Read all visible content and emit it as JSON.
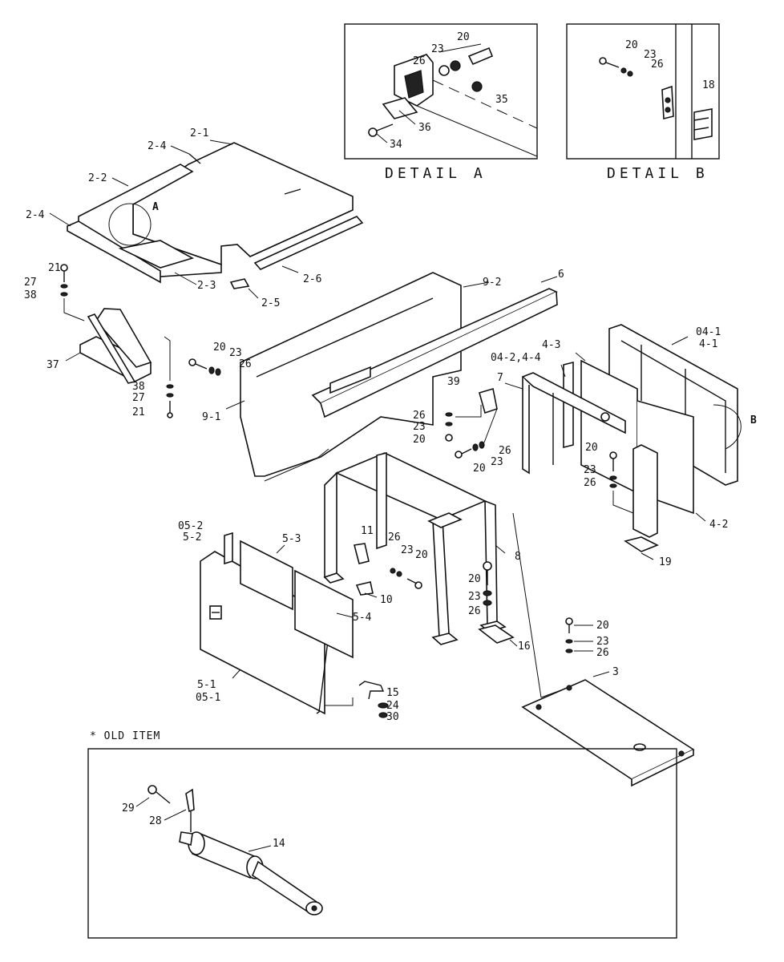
{
  "detail_a": {
    "caption": "DETAIL A",
    "labels": {
      "d20": "20",
      "d23": "23",
      "d26": "26",
      "d35": "35",
      "d36": "36",
      "d34": "34"
    }
  },
  "detail_b": {
    "caption": "DETAIL B",
    "labels": {
      "d20": "20",
      "d23": "23",
      "d26": "26",
      "d18": "18"
    }
  },
  "old_item": {
    "note": "* OLD ITEM",
    "labels": {
      "c29": "29",
      "c28": "28",
      "c14": "14"
    }
  },
  "markers": {
    "a": "A",
    "b": "B"
  },
  "labels": {
    "p2_1": "2-1",
    "p2_4a": "2-4",
    "p2_2": "2-2",
    "p2_4b": "2-4",
    "p2_3": "2-3",
    "p2_5": "2-5",
    "p2_6": "2-6",
    "p21a": "21",
    "p27a": "27",
    "p38a": "38",
    "p37": "37",
    "p38b": "38",
    "p27b": "27",
    "p21b": "21",
    "p9_2": "9-2",
    "p6": "6",
    "p9_1": "9-1",
    "p20a": "20",
    "p23a": "23",
    "p26a": "26",
    "p04_1": "04-1",
    "p4_1": "4-1",
    "p4_3": "4-3",
    "p04_2": "04-2,4-4",
    "p7": "7",
    "p39": "39",
    "p26b": "26",
    "p23b": "23",
    "p20b": "20",
    "p26c": "26",
    "p23c": "23",
    "p20c": "20",
    "p20d": "20",
    "p23d": "23",
    "p26d": "26",
    "p4_2": "4-2",
    "p19": "19",
    "p05_2": "05-2",
    "p5_2": "5-2",
    "p5_3": "5-3",
    "p11": "11",
    "p26e": "26",
    "p23e": "23",
    "p20e": "20",
    "p8": "8",
    "p20f": "20",
    "p23f": "23",
    "p26f": "26",
    "p10": "10",
    "p5_4": "5-4",
    "p16": "16",
    "p20g": "20",
    "p23g": "23",
    "p26g": "26",
    "p3": "3",
    "p5_1": "5-1",
    "p05_1": "05-1",
    "p15": "15",
    "p24": "24",
    "p30": "30"
  }
}
